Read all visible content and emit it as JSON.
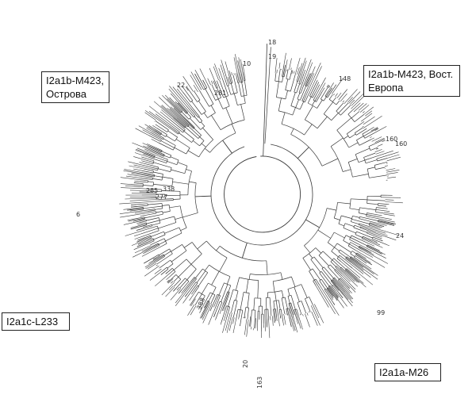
{
  "clades": [
    {
      "id": "islands",
      "lines": [
        "I2a1b-M423,",
        "Острова"
      ]
    },
    {
      "id": "east",
      "lines": [
        "I2a1b-M423, Вост.",
        "Европа"
      ]
    },
    {
      "id": "l233",
      "lines": [
        "I2a1c-L233"
      ]
    },
    {
      "id": "m26",
      "lines": [
        "I2a1a-M26"
      ]
    }
  ],
  "leaf_labels": [
    "285",
    "338",
    "277",
    "6",
    "10",
    "18",
    "148",
    "160",
    "20",
    "163",
    "99",
    "22",
    "281",
    "388",
    "160",
    "24",
    "19"
  ],
  "colors": {
    "line": "#3a3a3a",
    "text": "#333333",
    "box_border": "#222222"
  }
}
